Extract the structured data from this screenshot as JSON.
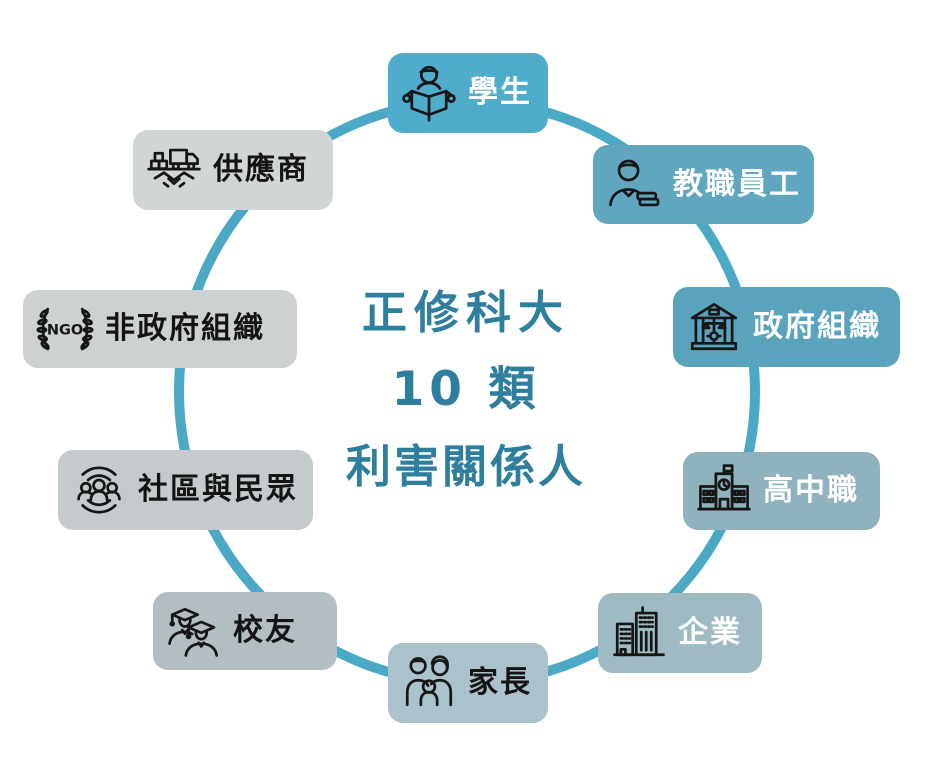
{
  "title": {
    "line1": "正修科大",
    "line2": "10 類",
    "line3": "利害關係人",
    "color": "#2E7E9D"
  },
  "ring_color": "#4BA9C6",
  "stakeholders": [
    {
      "label": "學生",
      "icon": "student-reading-icon",
      "bg": "#4FACCA",
      "text_color": "#FFFFFF"
    },
    {
      "label": "教職員工",
      "icon": "teacher-icon",
      "bg": "#60A6BE",
      "text_color": "#FFFFFF"
    },
    {
      "label": "政府組織",
      "icon": "government-building-icon",
      "bg": "#5AA3BD",
      "text_color": "#FFFFFF"
    },
    {
      "label": "高中職",
      "icon": "school-building-icon",
      "bg": "#8FB2BC",
      "text_color": "#FFFFFF"
    },
    {
      "label": "企業",
      "icon": "office-buildings-icon",
      "bg": "#9EBAC3",
      "text_color": "#FFFFFF"
    },
    {
      "label": "家長",
      "icon": "family-icon",
      "bg": "#A9C2CB",
      "text_color": "#141414"
    },
    {
      "label": "校友",
      "icon": "graduates-icon",
      "bg": "#B4BEC2",
      "text_color": "#141414"
    },
    {
      "label": "社區與民眾",
      "icon": "community-icon",
      "bg": "#C5CBCD",
      "text_color": "#141414"
    },
    {
      "label": "非政府組織",
      "icon": "ngo-laurel-icon",
      "icon_text": "NGO",
      "bg": "#CDD1D2",
      "text_color": "#141414"
    },
    {
      "label": "供應商",
      "icon": "supplier-truck-handshake-icon",
      "bg": "#D2D5D6",
      "text_color": "#141414"
    }
  ]
}
